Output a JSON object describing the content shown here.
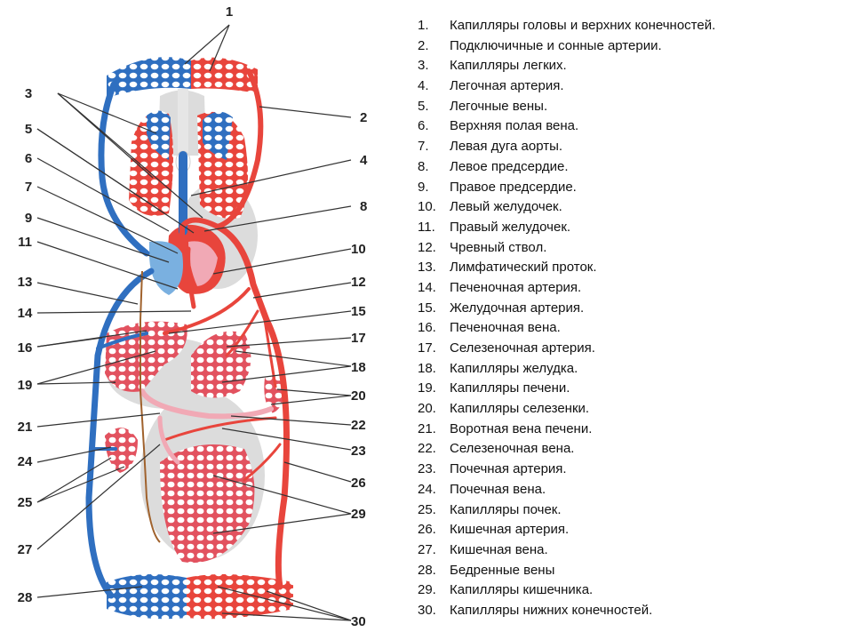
{
  "colors": {
    "artery": "#e8453c",
    "vein": "#2f6fc0",
    "lymph": "#a0622d",
    "capillary_red": "#ef7a86",
    "capillary_blue": "#7ab0e0",
    "organ_pink": "#f1a9b5",
    "organ_shadow": "#d9d9d9",
    "leader_line": "#333333"
  },
  "callouts": {
    "1": "1",
    "2": "2",
    "3": "3",
    "4": "4",
    "5": "5",
    "6": "6",
    "7": "7",
    "8": "8",
    "9": "9",
    "10": "10",
    "11": "11",
    "12": "12",
    "13": "13",
    "14": "14",
    "15": "15",
    "16": "16",
    "17": "17",
    "18": "18",
    "19": "19",
    "20": "20",
    "21": "21",
    "22": "22",
    "23": "23",
    "24": "24",
    "25": "25",
    "26": "26",
    "27": "27",
    "28": "28",
    "29": "29",
    "30": "30"
  },
  "legend": [
    {
      "num": "1.",
      "text": "Капилляры головы и верхних конечностей."
    },
    {
      "num": "2.",
      "text": "Подключичные и сонные артерии."
    },
    {
      "num": "3.",
      "text": "Капилляры легких."
    },
    {
      "num": "4.",
      "text": "Легочная артерия."
    },
    {
      "num": "5.",
      "text": "Легочные вены."
    },
    {
      "num": "6.",
      "text": "Верхняя полая вена."
    },
    {
      "num": "7.",
      "text": "Левая дуга аорты."
    },
    {
      "num": "8.",
      "text": "Левое предсердие."
    },
    {
      "num": "9.",
      "text": "Правое предсердие."
    },
    {
      "num": "10.",
      "text": "Левый желудочек."
    },
    {
      "num": "11.",
      "text": "Правый желудочек."
    },
    {
      "num": "12.",
      "text": "Чревный ствол."
    },
    {
      "num": "13.",
      "text": "Лимфатический проток."
    },
    {
      "num": "14.",
      "text": "Печеночная артерия."
    },
    {
      "num": "15.",
      "text": "Желудочная артерия."
    },
    {
      "num": "16.",
      "text": "Печеночная вена."
    },
    {
      "num": "17.",
      "text": "Селезеночная артерия."
    },
    {
      "num": "18.",
      "text": "Капилляры желудка."
    },
    {
      "num": "19.",
      "text": "Капилляры печени."
    },
    {
      "num": "20.",
      "text": "Капилляры селезенки."
    },
    {
      "num": "21.",
      "text": "Воротная вена печени."
    },
    {
      "num": "22.",
      "text": "Селезеночная вена."
    },
    {
      "num": "23.",
      "text": "Почечная артерия."
    },
    {
      "num": "24.",
      "text": "Почечная вена."
    },
    {
      "num": "25.",
      "text": "Капилляры почек."
    },
    {
      "num": "26.",
      "text": "Кишечная артерия."
    },
    {
      "num": "27.",
      "text": "Кишечная вена."
    },
    {
      "num": "28.",
      "text": "Бедренные вены"
    },
    {
      "num": "29.",
      "text": "Капилляры кишечника."
    },
    {
      "num": "30.",
      "text": "Капилляры нижних конечностей."
    }
  ]
}
